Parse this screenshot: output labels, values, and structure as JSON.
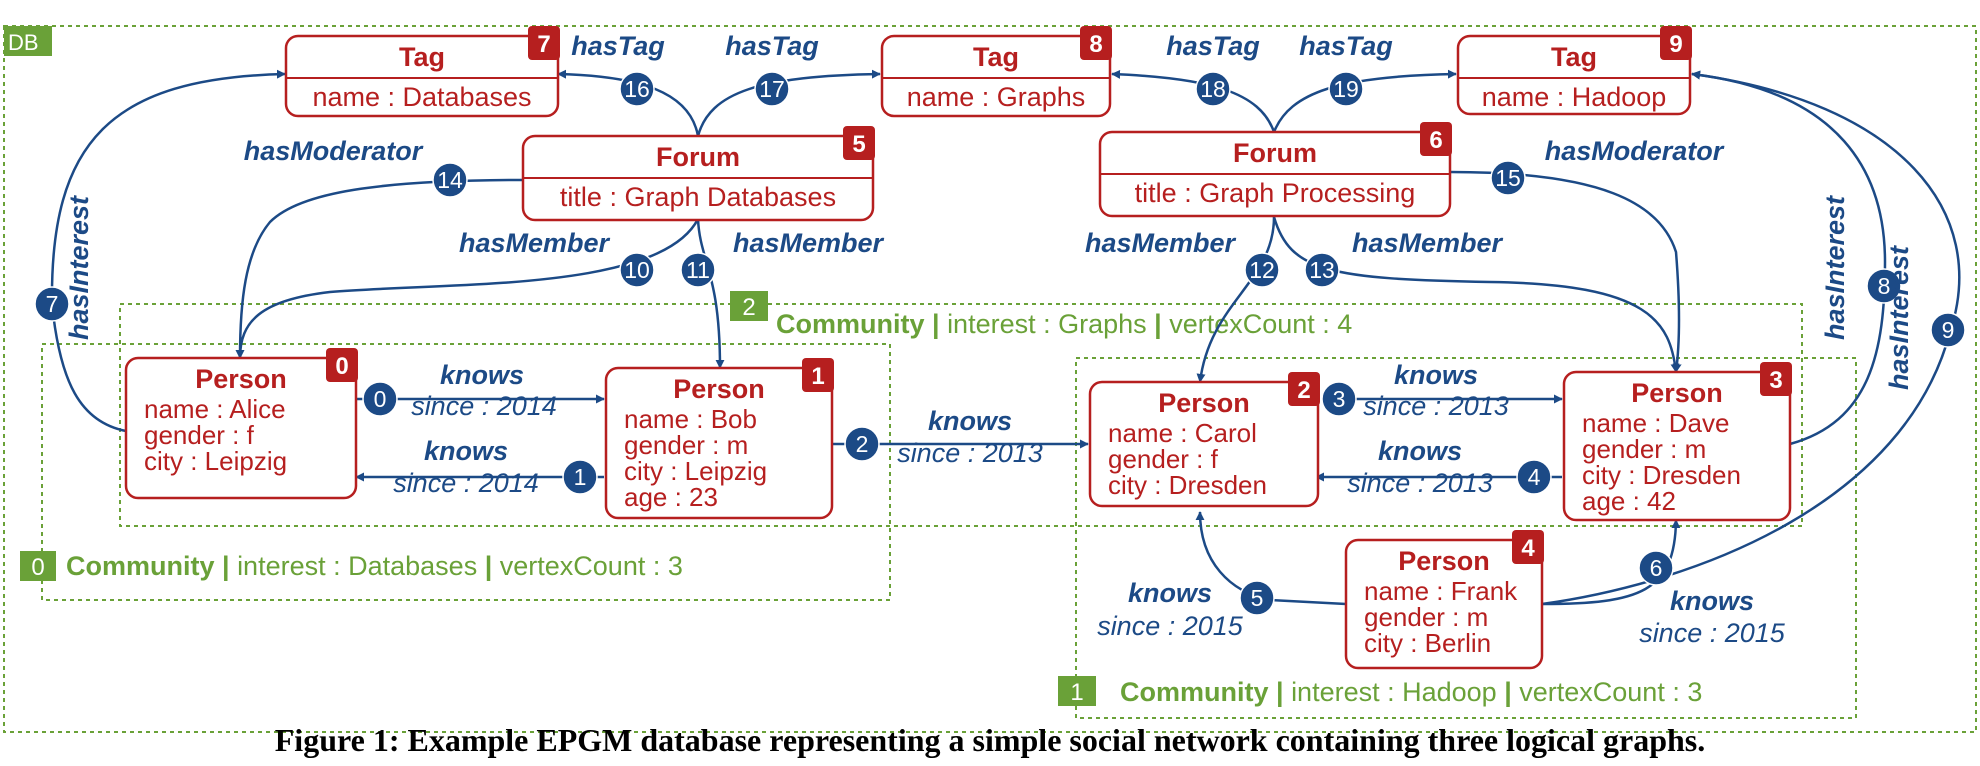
{
  "db_label": "DB",
  "colors": {
    "red": "#b61f1f",
    "blue": "#1c4a86",
    "green": "#6aa138"
  },
  "communities": [
    {
      "id": "0",
      "title": "Community",
      "props": "interest : Databases",
      "count": "vertexCount : 3"
    },
    {
      "id": "1",
      "title": "Community",
      "props": "interest : Hadoop",
      "count": "vertexCount : 3"
    },
    {
      "id": "2",
      "title": "Community",
      "props": "interest : Graphs",
      "count": "vertexCount : 4"
    }
  ],
  "vertices": [
    {
      "id": "0",
      "label": "Person",
      "props": [
        "name : Alice",
        "gender : f",
        "city : Leipzig"
      ]
    },
    {
      "id": "1",
      "label": "Person",
      "props": [
        "name : Bob",
        "gender : m",
        "city : Leipzig",
        "age : 23"
      ]
    },
    {
      "id": "2",
      "label": "Person",
      "props": [
        "name : Carol",
        "gender : f",
        "city : Dresden"
      ]
    },
    {
      "id": "3",
      "label": "Person",
      "props": [
        "name : Dave",
        "gender : m",
        "city : Dresden",
        "age : 42"
      ]
    },
    {
      "id": "4",
      "label": "Person",
      "props": [
        "name : Frank",
        "gender : m",
        "city : Berlin"
      ]
    },
    {
      "id": "5",
      "label": "Forum",
      "props": [
        "title : Graph  Databases"
      ]
    },
    {
      "id": "6",
      "label": "Forum",
      "props": [
        "title : Graph  Processing"
      ]
    },
    {
      "id": "7",
      "label": "Tag",
      "props": [
        "name : Databases"
      ]
    },
    {
      "id": "8",
      "label": "Tag",
      "props": [
        "name : Graphs"
      ]
    },
    {
      "id": "9",
      "label": "Tag",
      "props": [
        "name : Hadoop"
      ]
    }
  ],
  "edges": [
    {
      "id": "0",
      "label": "knows",
      "prop": "since : 2014"
    },
    {
      "id": "1",
      "label": "knows",
      "prop": "since : 2014"
    },
    {
      "id": "2",
      "label": "knows",
      "prop": "since : 2013"
    },
    {
      "id": "3",
      "label": "knows",
      "prop": "since : 2013"
    },
    {
      "id": "4",
      "label": "knows",
      "prop": "since : 2013"
    },
    {
      "id": "5",
      "label": "knows",
      "prop": "since : 2015"
    },
    {
      "id": "6",
      "label": "knows",
      "prop": "since : 2015"
    },
    {
      "id": "7",
      "label": "hasInterest",
      "prop": ""
    },
    {
      "id": "8",
      "label": "hasInterest",
      "prop": ""
    },
    {
      "id": "9",
      "label": "hasInterest",
      "prop": ""
    },
    {
      "id": "10",
      "label": "hasMember",
      "prop": ""
    },
    {
      "id": "11",
      "label": "hasMember",
      "prop": ""
    },
    {
      "id": "12",
      "label": "hasMember",
      "prop": ""
    },
    {
      "id": "13",
      "label": "hasMember",
      "prop": ""
    },
    {
      "id": "14",
      "label": "hasModerator",
      "prop": ""
    },
    {
      "id": "15",
      "label": "hasModerator",
      "prop": ""
    },
    {
      "id": "16",
      "label": "hasTag",
      "prop": ""
    },
    {
      "id": "17",
      "label": "hasTag",
      "prop": ""
    },
    {
      "id": "18",
      "label": "hasTag",
      "prop": ""
    },
    {
      "id": "19",
      "label": "hasTag",
      "prop": ""
    }
  ],
  "caption": "Figure 1: Example EPGM database representing a simple social network containing three logical graphs."
}
